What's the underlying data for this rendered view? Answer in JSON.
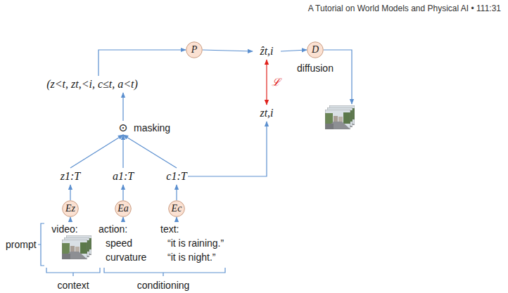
{
  "diagram": {
    "nodes": [
      {
        "text": [
          "P"
        ]
      },
      {
        "text": [
          "ẑt,i"
        ]
      },
      {
        "text": [
          "D",
          "diffusion"
        ]
      },
      {
        "text": [
          "(z<t, zt,<i, c≤t, a<t)"
        ]
      },
      {
        "text": [
          "zt,i"
        ]
      },
      {
        "text": [
          "⊙",
          "masking"
        ]
      },
      {
        "text": [
          "z1:T"
        ]
      },
      {
        "text": [
          "a1:T"
        ]
      },
      {
        "text": [
          "c1:T"
        ]
      },
      {
        "text": [
          "Ez"
        ]
      },
      {
        "text": [
          "Ea"
        ]
      },
      {
        "text": [
          "Ec"
        ]
      },
      {
        "text": [
          "video:"
        ]
      },
      {
        "text": [
          "action:",
          "speed",
          "curvature"
        ]
      },
      {
        "text": [
          "text:",
          "“it is raining.”",
          "“it is night.”"
        ]
      }
    ],
    "edges": [
      {
        "from": 3,
        "to": 0,
        "arrow": "to"
      },
      {
        "from": 0,
        "to": 1,
        "arrow": "to"
      },
      {
        "from": 1,
        "to": 2,
        "arrow": "to"
      },
      {
        "from": 1,
        "to": 4,
        "arrow": "both",
        "label": "ℒ"
      },
      {
        "from": 5,
        "to": 3,
        "arrow": "to"
      },
      {
        "from": 6,
        "to": 5,
        "arrow": "to"
      },
      {
        "from": 7,
        "to": 5,
        "arrow": "to"
      },
      {
        "from": 8,
        "to": 5,
        "arrow": "to"
      },
      {
        "from": 8,
        "to": 4,
        "arrow": "to"
      },
      {
        "from": 9,
        "to": 6,
        "arrow": "to"
      },
      {
        "from": 10,
        "to": 7,
        "arrow": "to"
      },
      {
        "from": 11,
        "to": 8,
        "arrow": "to"
      },
      {
        "from": 12,
        "to": 9,
        "arrow": "to"
      },
      {
        "from": 13,
        "to": 10,
        "arrow": "to"
      },
      {
        "from": 14,
        "to": 11,
        "arrow": "to"
      }
    ],
    "labels": [
      "A Tutorial on World Models and Physical AI • 111:31",
      "prompt",
      "context",
      "conditioning"
    ]
  }
}
